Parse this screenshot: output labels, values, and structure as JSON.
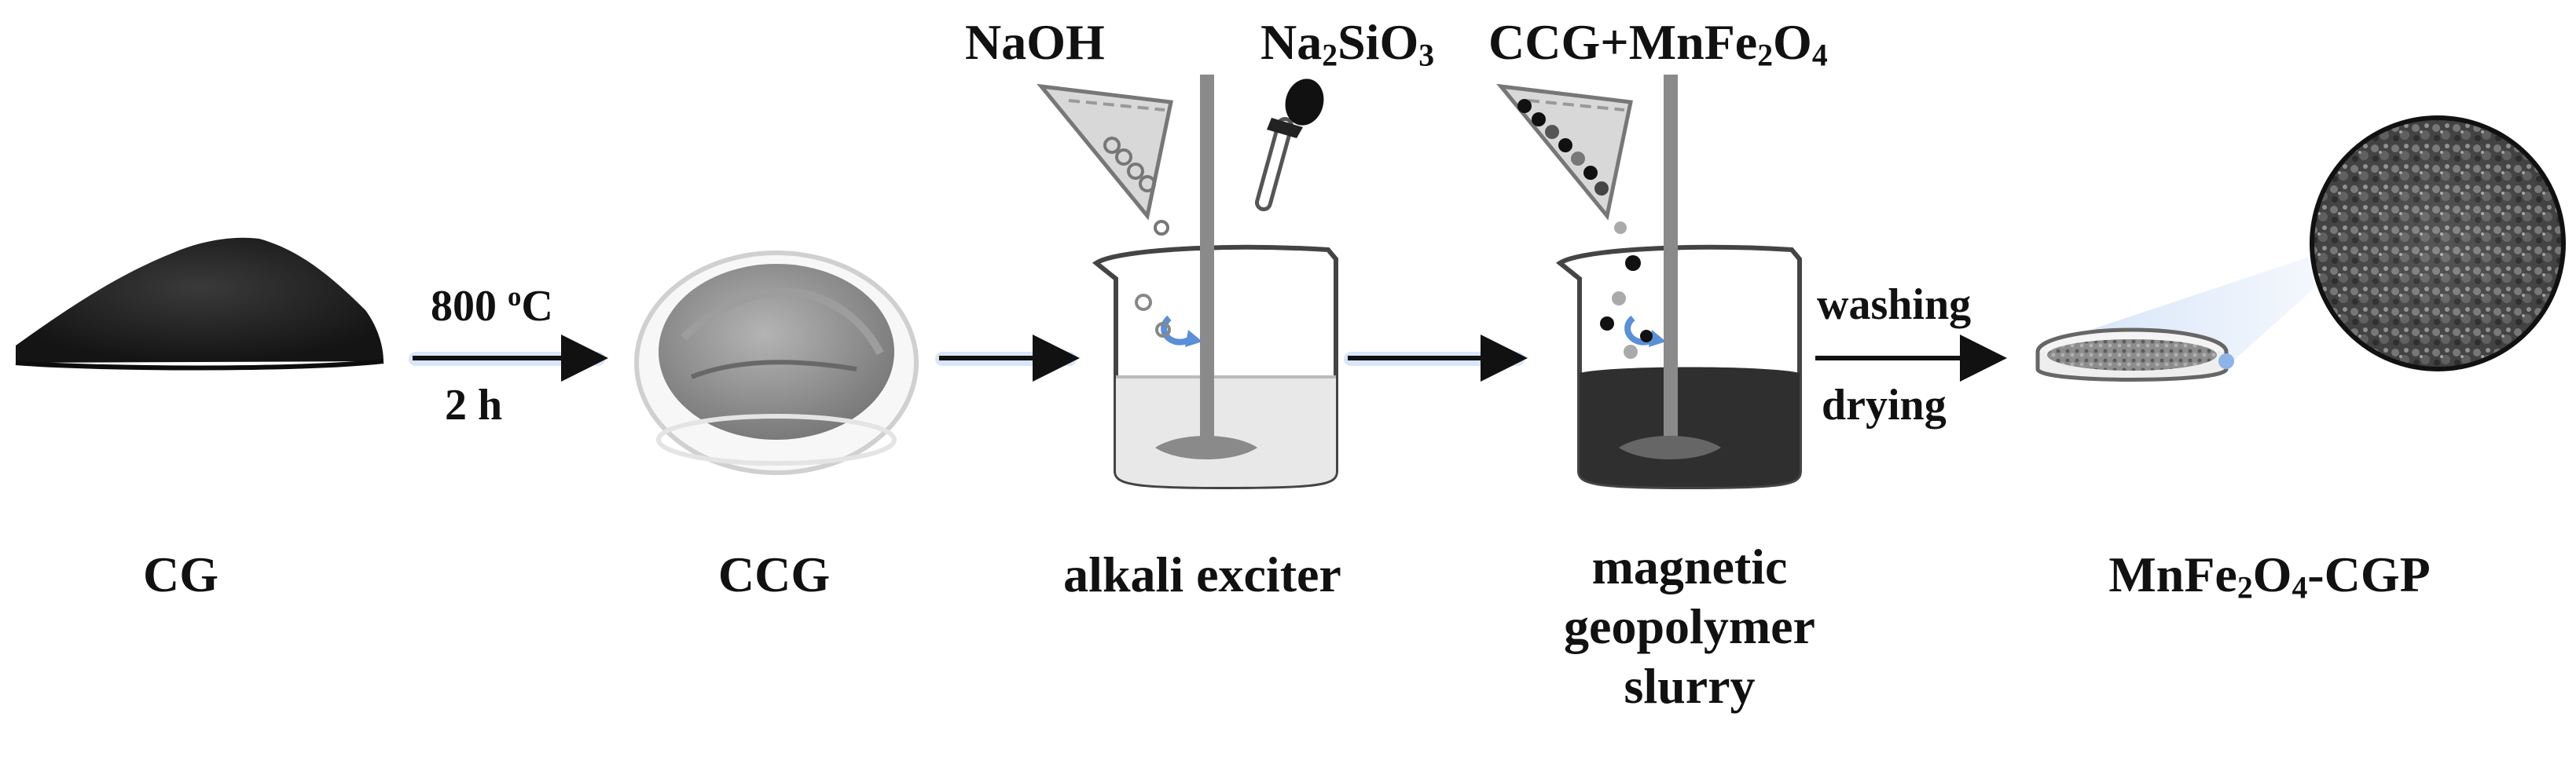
{
  "reagents": {
    "naoh": "NaOH",
    "na2sio3": {
      "a": "Na",
      "sub1": "2",
      "b": "SiO",
      "sub2": "3"
    },
    "ccg_mnfe2o4": {
      "a": "CCG+MnFe",
      "sub1": "2",
      "b": "O",
      "sub2": "4"
    }
  },
  "conditions": {
    "temperature": {
      "value": "800 ",
      "deg": "o",
      "unit": "C"
    },
    "time": "2 h",
    "washing": "washing",
    "drying": "drying"
  },
  "stages": {
    "cg": "CG",
    "ccg": "CCG",
    "alkali": "alkali exciter",
    "slurry": [
      "magnetic",
      "geopolymer",
      "slurry"
    ],
    "product": {
      "a": "MnFe",
      "sub1": "2",
      "b": "O",
      "sub2": "4",
      "c": "-CGP"
    }
  },
  "colors": {
    "powder_dark": "#1f1f1f",
    "powder_grey": "#9c9c9c",
    "slurry": "#2f2f2f",
    "liquid": "#e6e6e6",
    "stirrer": "#8a8a8a",
    "arrow": "#111111",
    "rotation_arrow": "#5b8fd6",
    "glow": "#cfe0f7"
  }
}
